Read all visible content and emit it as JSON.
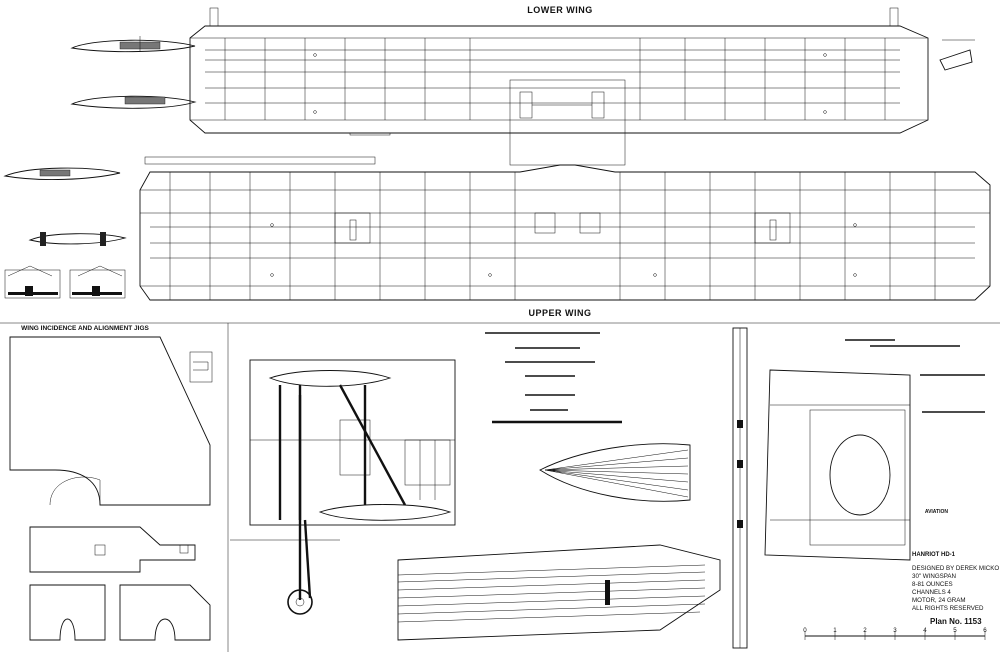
{
  "wings": {
    "lower_title": "LOWER WING",
    "upper_title": "UPPER WING"
  },
  "jigs": {
    "title": "WING INCIDENCE AND ALIGNMENT JIGS"
  },
  "info": {
    "aircraft": "HANRIOT HD-1",
    "designer": "DESIGNED BY DEREK MICKO",
    "wingspan": "30\" WINGSPAN",
    "weight": "8-81 OUNCES",
    "channels": "CHANNELS 4",
    "motor": "MOTOR, 24 GRAM",
    "rights": "ALL RIGHTS RESERVED",
    "plan_no": "Plan No. 1153",
    "brand": "AVIATION"
  },
  "scale": {
    "ticks": [
      "0",
      "1",
      "2",
      "3",
      "4",
      "5",
      "6"
    ]
  },
  "colors": {
    "ink": "#111111",
    "paper": "#ffffff"
  }
}
